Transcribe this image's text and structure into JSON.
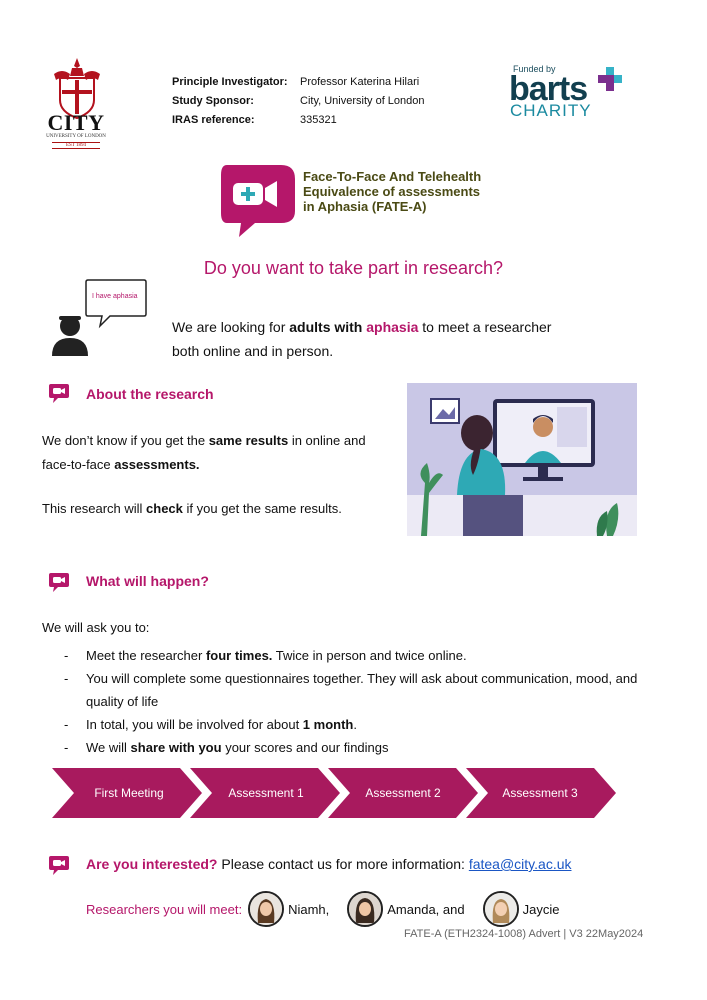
{
  "header": {
    "city_logo": {
      "name": "CITY",
      "sub": "UNIVERSITY OF LONDON",
      "est": "EST 1894"
    },
    "meta": [
      {
        "key": "Principle Investigator:",
        "value": "Professor Katerina Hilari"
      },
      {
        "key": "Study Sponsor:",
        "value": "City, University of London"
      },
      {
        "key": "IRAS reference:",
        "value": "335321"
      }
    ],
    "funder": {
      "funded_by": "Funded by",
      "name": "barts",
      "sub": "CHARITY"
    }
  },
  "project": {
    "line1": "Face-To-Face And Telehealth",
    "line2": "Equivalence of assessments",
    "line3": "in Aphasia (FATE-A)"
  },
  "headline": "Do you want to take part in research?",
  "speech_bubble": "I have aphasia",
  "intro": {
    "p1": "We are looking for ",
    "b1": "adults with ",
    "b2": "aphasia",
    "p2": " to meet a researcher",
    "p3": "both online and in person."
  },
  "about": {
    "title": "About the research",
    "l1a": "We don’t know if you get the ",
    "l1b": "same results",
    "l1c": " in online and",
    "l2a": "face-to-face ",
    "l2b": "assessments.",
    "l3a": "This research will ",
    "l3b": "check",
    "l3c": " if you get the same results."
  },
  "what": {
    "title": "What will happen?",
    "lead": "We will ask you to:",
    "items": [
      {
        "a": "Meet the researcher ",
        "b": "four times.",
        "c": " Twice in person and twice online."
      },
      {
        "a": "You will complete some questionnaires together. They will ask about communication, mood, and quality of life",
        "b": "",
        "c": ""
      },
      {
        "a": "In total, you will be involved for about ",
        "b": "1 month",
        "c": "."
      },
      {
        "a": "We will ",
        "b": "share with you",
        "c": " your scores and our findings"
      }
    ]
  },
  "steps": [
    "First Meeting",
    "Assessment 1",
    "Assessment 2",
    "Assessment 3"
  ],
  "contact": {
    "title": "Are you interested?",
    "text": " Please contact us for more information: ",
    "email": "fatea@city.ac.uk"
  },
  "researchers": {
    "label": "Researchers you will meet:",
    "people": [
      "Niamh,",
      "Amanda, and",
      "Jaycie"
    ]
  },
  "footer": "FATE-A (ETH2324-1008) Advert | V3 22May2024",
  "colors": {
    "accent": "#b5176a",
    "steps": "#a81a5e",
    "link": "#1a56c4"
  }
}
